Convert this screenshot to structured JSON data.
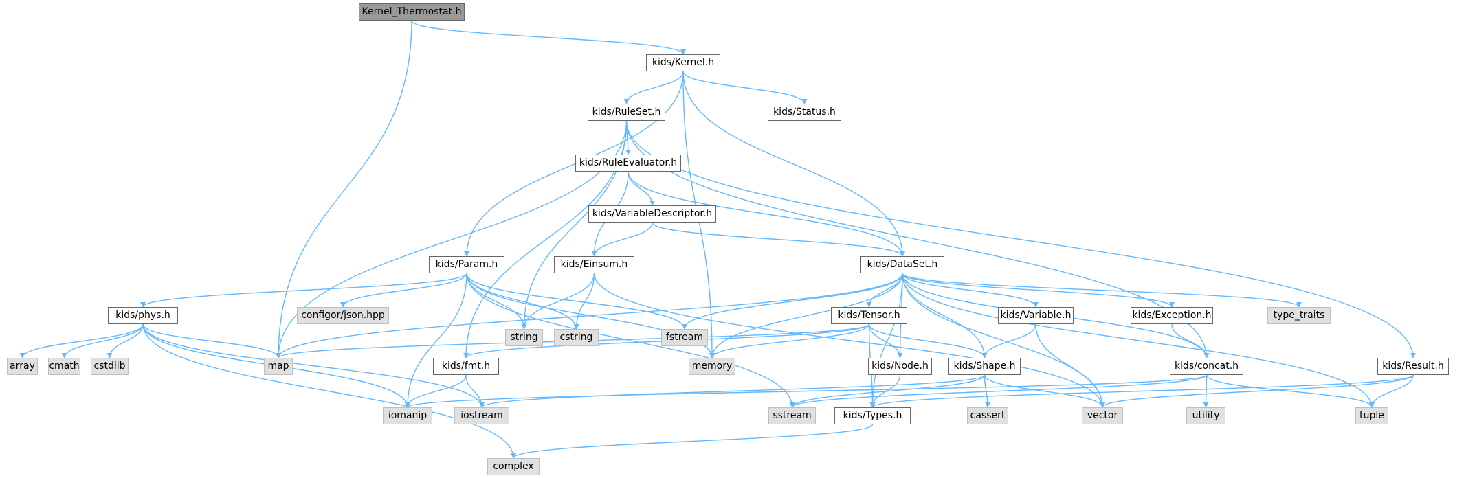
{
  "graph": {
    "edge_color": "#63b8ff",
    "node_border": "#666666",
    "external_fill": "#e0e0e0",
    "root_fill": "#999999",
    "nodes": {
      "root": "Kernel_Thermostat.h",
      "kernel": "kids/Kernel.h",
      "ruleset": "kids/RuleSet.h",
      "status": "kids/Status.h",
      "ruleeval": "kids/RuleEvaluator.h",
      "vardesc": "kids/VariableDescriptor.h",
      "param": "kids/Param.h",
      "einsum": "kids/Einsum.h",
      "dataset": "kids/DataSet.h",
      "phys": "kids/phys.h",
      "json": "configor/json.hpp",
      "string": "string",
      "cstring": "cstring",
      "fstream": "fstream",
      "tensor": "kids/Tensor.h",
      "variable": "kids/Variable.h",
      "exception": "kids/Exception.h",
      "typetraits": "type_traits",
      "array": "array",
      "cmath": "cmath",
      "cstdlib": "cstdlib",
      "map": "map",
      "fmt": "kids/fmt.h",
      "memory": "memory",
      "node": "kids/Node.h",
      "shape": "kids/Shape.h",
      "concat": "kids/concat.h",
      "result": "kids/Result.h",
      "iomanip": "iomanip",
      "iostream": "iostream",
      "sstream": "sstream",
      "types": "kids/Types.h",
      "cassert": "cassert",
      "vector": "vector",
      "utility": "utility",
      "tuple": "tuple",
      "complex": "complex"
    },
    "edges": [
      [
        "root",
        "kernel"
      ],
      [
        "root",
        "map"
      ],
      [
        "kernel",
        "ruleset"
      ],
      [
        "kernel",
        "status"
      ],
      [
        "kernel",
        "param"
      ],
      [
        "kernel",
        "dataset"
      ],
      [
        "kernel",
        "memory"
      ],
      [
        "ruleset",
        "ruleeval"
      ],
      [
        "ruleset",
        "string"
      ],
      [
        "ruleset",
        "map"
      ],
      [
        "ruleset",
        "fmt"
      ],
      [
        "ruleset",
        "concat"
      ],
      [
        "ruleset",
        "result"
      ],
      [
        "ruleeval",
        "vardesc"
      ],
      [
        "ruleeval",
        "einsum"
      ],
      [
        "ruleeval",
        "dataset"
      ],
      [
        "vardesc",
        "einsum"
      ],
      [
        "vardesc",
        "dataset"
      ],
      [
        "param",
        "phys"
      ],
      [
        "param",
        "json"
      ],
      [
        "param",
        "string"
      ],
      [
        "param",
        "cstring"
      ],
      [
        "param",
        "fstream"
      ],
      [
        "param",
        "memory"
      ],
      [
        "param",
        "iomanip"
      ],
      [
        "param",
        "sstream"
      ],
      [
        "einsum",
        "string"
      ],
      [
        "einsum",
        "cstring"
      ],
      [
        "einsum",
        "vector"
      ],
      [
        "dataset",
        "fstream"
      ],
      [
        "dataset",
        "tensor"
      ],
      [
        "dataset",
        "variable"
      ],
      [
        "dataset",
        "exception"
      ],
      [
        "dataset",
        "typetraits"
      ],
      [
        "dataset",
        "map"
      ],
      [
        "dataset",
        "memory"
      ],
      [
        "dataset",
        "node"
      ],
      [
        "dataset",
        "shape"
      ],
      [
        "dataset",
        "concat"
      ],
      [
        "dataset",
        "types"
      ],
      [
        "dataset",
        "vector"
      ],
      [
        "dataset",
        "tuple"
      ],
      [
        "phys",
        "array"
      ],
      [
        "phys",
        "cmath"
      ],
      [
        "phys",
        "cstdlib"
      ],
      [
        "phys",
        "map"
      ],
      [
        "phys",
        "iomanip"
      ],
      [
        "phys",
        "iostream"
      ],
      [
        "phys",
        "complex"
      ],
      [
        "tensor",
        "map"
      ],
      [
        "tensor",
        "fmt"
      ],
      [
        "tensor",
        "memory"
      ],
      [
        "tensor",
        "node"
      ],
      [
        "tensor",
        "shape"
      ],
      [
        "tensor",
        "types"
      ],
      [
        "variable",
        "shape"
      ],
      [
        "variable",
        "vector"
      ],
      [
        "exception",
        "concat"
      ],
      [
        "fmt",
        "iomanip"
      ],
      [
        "fmt",
        "iostream"
      ],
      [
        "node",
        "types"
      ],
      [
        "shape",
        "iostream"
      ],
      [
        "shape",
        "sstream"
      ],
      [
        "shape",
        "cassert"
      ],
      [
        "shape",
        "vector"
      ],
      [
        "concat",
        "iomanip"
      ],
      [
        "concat",
        "sstream"
      ],
      [
        "concat",
        "utility"
      ],
      [
        "concat",
        "tuple"
      ],
      [
        "result",
        "types"
      ],
      [
        "result",
        "vector"
      ],
      [
        "result",
        "tuple"
      ],
      [
        "types",
        "complex"
      ]
    ]
  }
}
